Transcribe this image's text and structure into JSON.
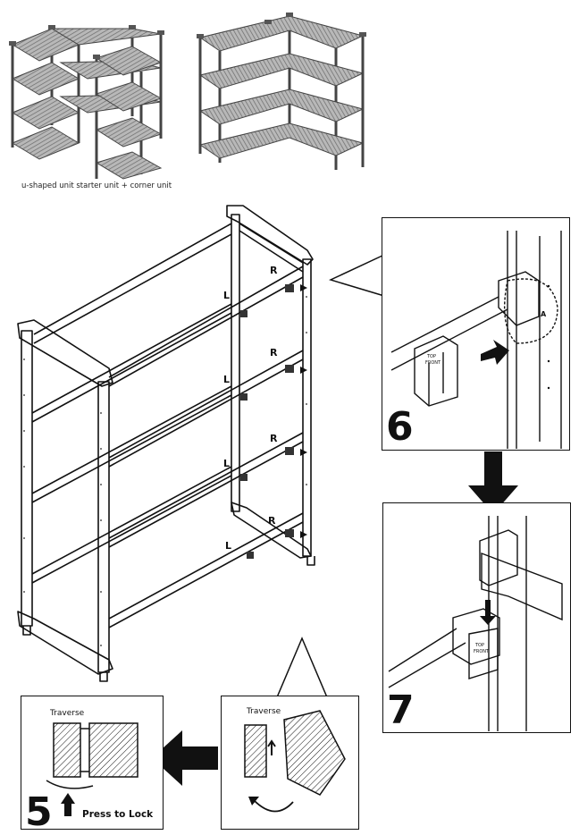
{
  "top": {
    "caption": "u-shaped unit starter unit + corner unit"
  },
  "main_diagram": {
    "left_labels": [
      "L",
      "L",
      "L",
      "L"
    ],
    "right_labels": [
      "R",
      "R",
      "R",
      "R"
    ]
  },
  "step6": {
    "number": "6",
    "clip_text_line1": "TOP",
    "clip_text_line2": "FRONT",
    "corner_label": "A"
  },
  "step7": {
    "number": "7",
    "clip_text_line1": "TOP",
    "clip_text_line2": "FRONT"
  },
  "step5": {
    "number": "5",
    "traverse_label": "Traverse",
    "press_label": "Press to Lock"
  },
  "step5_detail": {
    "traverse_label": "Traverse"
  },
  "colors": {
    "ink": "#111111",
    "shelf_gray": "#8a8a8a",
    "light_gray": "#d8d8d8"
  }
}
